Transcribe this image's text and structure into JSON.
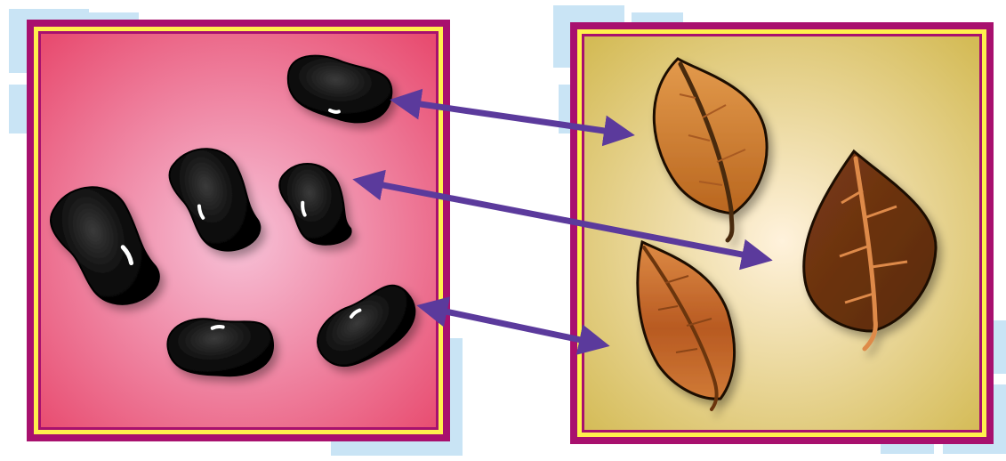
{
  "colors": {
    "background": "#ffffff",
    "decor_square": "#c9e4f5",
    "frame_outer": "#a8106e",
    "frame_gold": "#fff04d",
    "left_panel_edge": "#e84c70",
    "left_panel_center": "#f7c2d8",
    "right_panel_edge": "#d4bb56",
    "right_panel_center": "#fff2dc",
    "bean_fill": "#111111",
    "leaf_light": "#d98a3c",
    "leaf_dark": "#8a4418",
    "arrow": "#5b3a9c"
  },
  "left_panel": {
    "content": "beans",
    "bean_count": 6
  },
  "right_panel": {
    "content": "leaves",
    "leaf_count": 3
  },
  "connections": [
    {
      "from": "bean-1",
      "to": "leaf-1",
      "style": "double-headed-arrow"
    },
    {
      "from": "bean-2",
      "to": "leaf-2",
      "style": "double-headed-arrow"
    },
    {
      "from": "bean-3",
      "to": "leaf-3",
      "style": "double-headed-arrow"
    }
  ]
}
